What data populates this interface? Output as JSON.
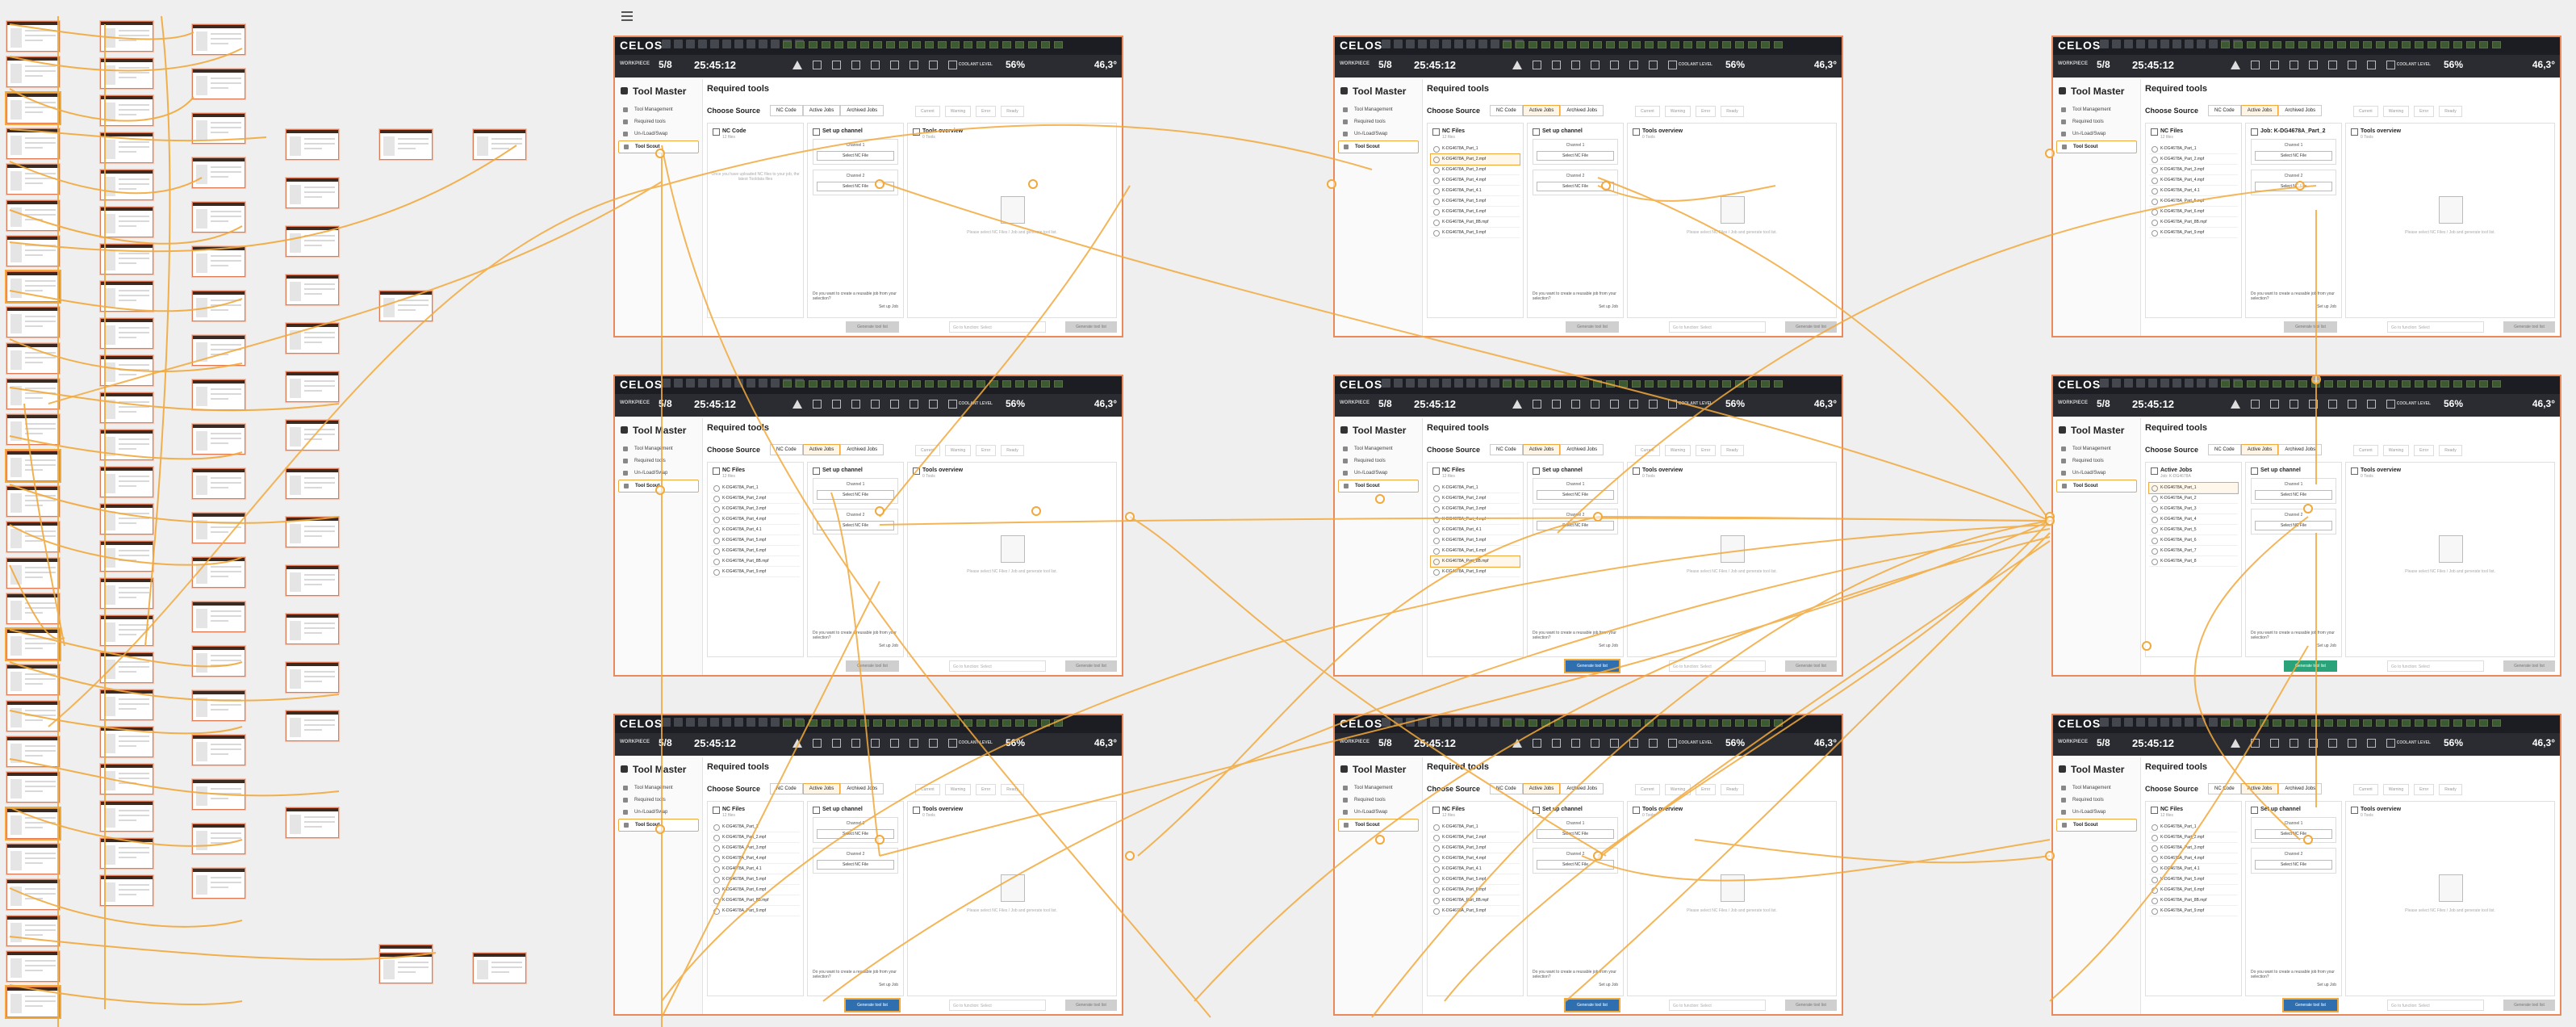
{
  "canvas": {
    "accent": "#f2a93b",
    "frame_border": "#ea8a5a"
  },
  "app": {
    "brand": "CELOS",
    "mode_label": "WORKPIECE",
    "counter": "5/8",
    "clock": "25:45:12",
    "coolant_label": "COOLANT LEVEL",
    "coolant_pct": "56%",
    "temp": "46,3°",
    "app_title": "Tool Master",
    "nav": [
      "Tool Management",
      "Required tools",
      "Un-/Load/Swap",
      "Tool Scout"
    ],
    "page_title": "Required tools",
    "choose_source": "Choose Source",
    "source_tabs": [
      "NC Code",
      "Active Jobs",
      "Archived Jobs"
    ],
    "filters": [
      "Current",
      "Warning",
      "Error",
      "Ready"
    ],
    "nc_files_title": "NC Files",
    "nc_files_sub": "12 files",
    "nc_code_title": "NC Code",
    "channel_title": "Set up channel",
    "job_title": "Job: K-DG4678A_Part_2",
    "channel_1": "Channel 1",
    "channel_2": "Channel 2",
    "select_nc_file": "Select NC File",
    "reusable_q": "Do you want to create a reusable job from your selection?",
    "set_up_job": "Set up Job",
    "tools_overview": "Tools overview",
    "tools_sub": "0 Tools",
    "empty_msg": "Please select NC Files / Job and generate tool list.",
    "empty_nc_msg": "Once you have uploaded NC files to your job, the latest Tooldata files",
    "generate": "Generate tool list",
    "function_select": "Go to function: Select",
    "generate_right": "Generate tool list",
    "files": [
      "K-DG4678A_Part_1",
      "K-DG4678A_Part_2.mpf",
      "K-DG4678A_Part_3.mpf",
      "K-DG4678A_Part_4.mpf",
      "K-DG4678A_Part_4.1",
      "K-DG4678A_Part_5.mpf",
      "K-DG4678A_Part_6.mpf",
      "K-DG4678A_Part_8B.mpf",
      "K-DG4678A_Part_9.mpf"
    ],
    "active_jobs_title": "Active Jobs",
    "active_jobs_sub": "Job: K-DG4678A",
    "jobs": [
      "K-DG4678A_Part_1",
      "K-DG4678A_Part_2",
      "K-DG4678A_Part_3",
      "K-DG4678A_Part_4",
      "K-DG4678A_Part_5",
      "K-DG4678A_Part_6",
      "K-DG4678A_Part_7",
      "K-DG4678A_Part_8"
    ],
    "drag_item": "K-DG4678A_Part_8B40.mpf"
  }
}
